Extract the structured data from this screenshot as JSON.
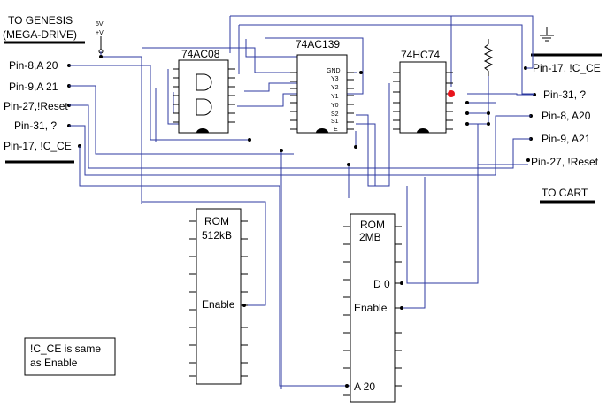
{
  "title_left": [
    "TO GENESIS",
    "(MEGA-DRIVE)"
  ],
  "title_right": "TO CART",
  "supply": [
    "5V",
    "+V"
  ],
  "left_pins": [
    "Pin-8,A 20",
    "Pin-9,A 21",
    "Pin-27,!Reset",
    "Pin-31, ?",
    "Pin-17, !C_CE"
  ],
  "right_pins": [
    "Pin-17, !C_CE",
    "Pin-31, ?",
    "Pin-8, A20",
    "Pin-9, A21",
    "Pin-27, !Reset"
  ],
  "chips": {
    "and": "74AC08",
    "decoder": "74AC139",
    "flipflop": "74HC74",
    "rom_small": [
      "ROM",
      "512kB"
    ],
    "rom_large": [
      "ROM",
      "2MB"
    ]
  },
  "decoder_pins": [
    "GND",
    "Y3",
    "Y2",
    "Y1",
    "Y0",
    "S2",
    "S1",
    "E"
  ],
  "rom_small_pin": "Enable",
  "rom_large_pins": [
    "D 0",
    "Enable",
    "A 20"
  ],
  "note": [
    "!C_CE is same",
    "as Enable"
  ],
  "colors": {
    "wire": "#2d3aa0",
    "marker": "#e8141c"
  }
}
